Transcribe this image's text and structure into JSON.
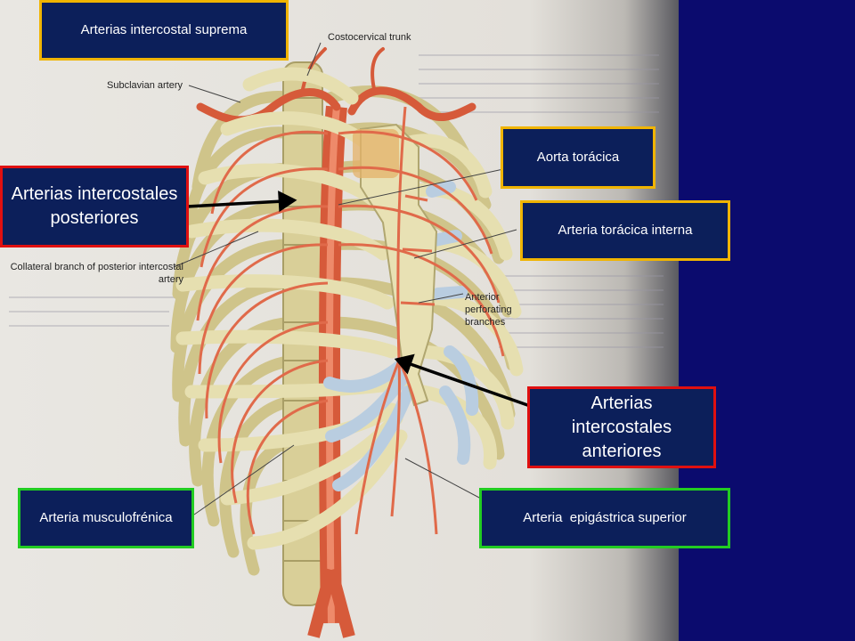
{
  "colors": {
    "page_bg": "#0b0b6e",
    "photo_bg": "#ebe9e4",
    "box_fill": "#0c1f5a",
    "border_yellow": "#f0b400",
    "border_red": "#e01010",
    "border_green": "#22cc22",
    "bone": "#e6dfb0",
    "artery": "#e06a4a",
    "cartilage": "#b9cde0"
  },
  "labels": {
    "intercostal_suprema": "Arterias intercostal suprema",
    "aorta_toracica": "Aorta torácica",
    "intercostales_posteriores": "Arterias intercostales posteriores",
    "toracica_interna": "Arteria torácica interna",
    "intercostales_anteriores": "Arterias intercostales anteriores",
    "musculofrenica": "Arteria musculofrénica",
    "epigastrica_superior": "Arteria  epigástrica superior"
  },
  "illustration": {
    "costocervical_trunk": "Costocervical trunk",
    "subclavian_artery": "Subclavian artery",
    "collateral_branch": "Collateral branch of posterior intercostal artery",
    "anterior_perforating": "Anterior perforating branches"
  }
}
